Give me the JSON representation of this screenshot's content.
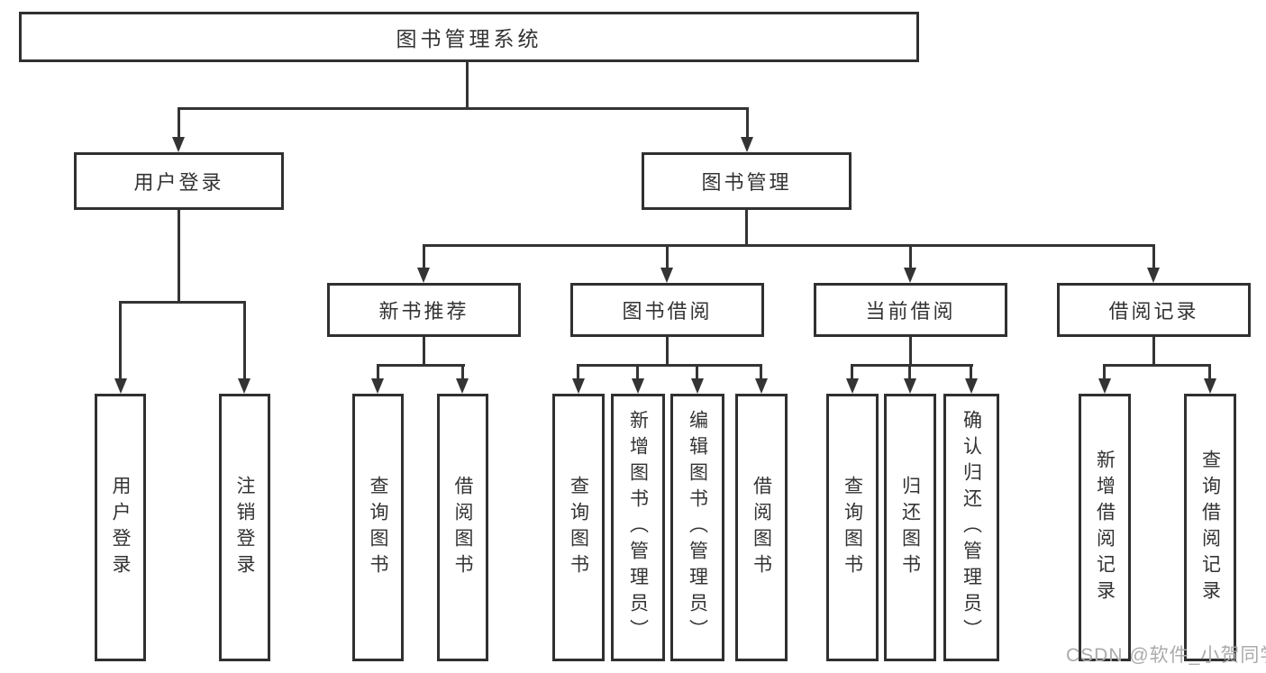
{
  "diagram": {
    "title": "图书管理系统",
    "root": "图书管理系统",
    "level1": {
      "login": "用户登录",
      "manage": "图书管理"
    },
    "level2": {
      "recommend": "新书推荐",
      "borrow": "图书借阅",
      "current": "当前借阅",
      "records": "借阅记录"
    },
    "leaves": {
      "login": [
        "用户登录",
        "注销登录"
      ],
      "recommend": [
        "查询图书",
        "借阅图书"
      ],
      "borrow": [
        "查询图书",
        "新增图书（管理员）",
        "编辑图书（管理员）",
        "借阅图书"
      ],
      "current": [
        "查询图书",
        "归还图书",
        "确认归还（管理员）"
      ],
      "records": [
        "新增借阅记录",
        "查询借阅记录"
      ]
    }
  },
  "watermark": "CSDN @软件_小贺同学",
  "colors": {
    "line": "#343434",
    "border": "#303030",
    "text": "#333333",
    "watermark": "#ababab",
    "background": "#ffffff"
  }
}
